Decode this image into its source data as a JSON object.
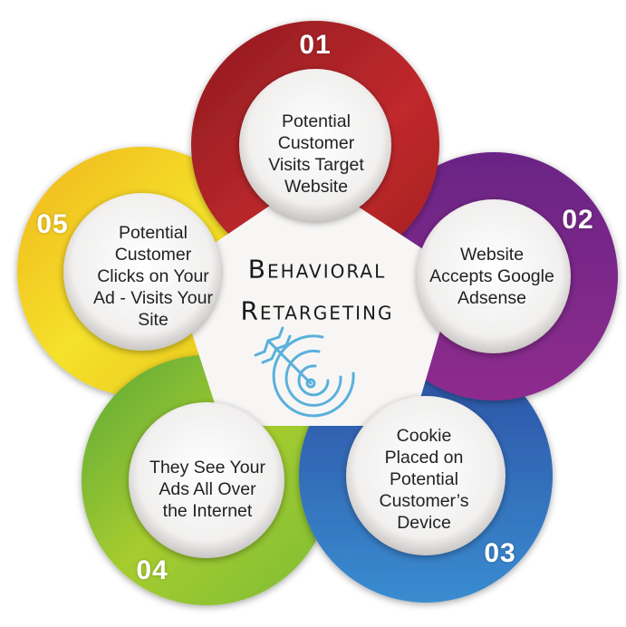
{
  "title": {
    "line1": "Behavioral",
    "line2": "Retargeting"
  },
  "center_icon": "target-arrow-icon",
  "colors": {
    "step1": "#b8262a",
    "step2": "#7a2a8a",
    "step3": "#2e6db5",
    "step4": "#8cc63f",
    "step5": "#f2d21c",
    "icon": "#5ab0dc"
  },
  "steps": [
    {
      "number": "01",
      "lines": [
        "Potential",
        "Customer",
        "Visits Target",
        "Website"
      ]
    },
    {
      "number": "02",
      "lines": [
        "Website",
        "Accepts Google",
        "Adsense"
      ]
    },
    {
      "number": "03",
      "lines": [
        "Cookie",
        "Placed on",
        "Potential",
        "Customer’s",
        "Device"
      ]
    },
    {
      "number": "04",
      "lines": [
        "They See Your",
        "Ads All Over",
        "the Internet"
      ]
    },
    {
      "number": "05",
      "lines": [
        "Potential",
        "Customer",
        "Clicks on Your",
        "Ad - Visits Your",
        "Site"
      ]
    }
  ]
}
